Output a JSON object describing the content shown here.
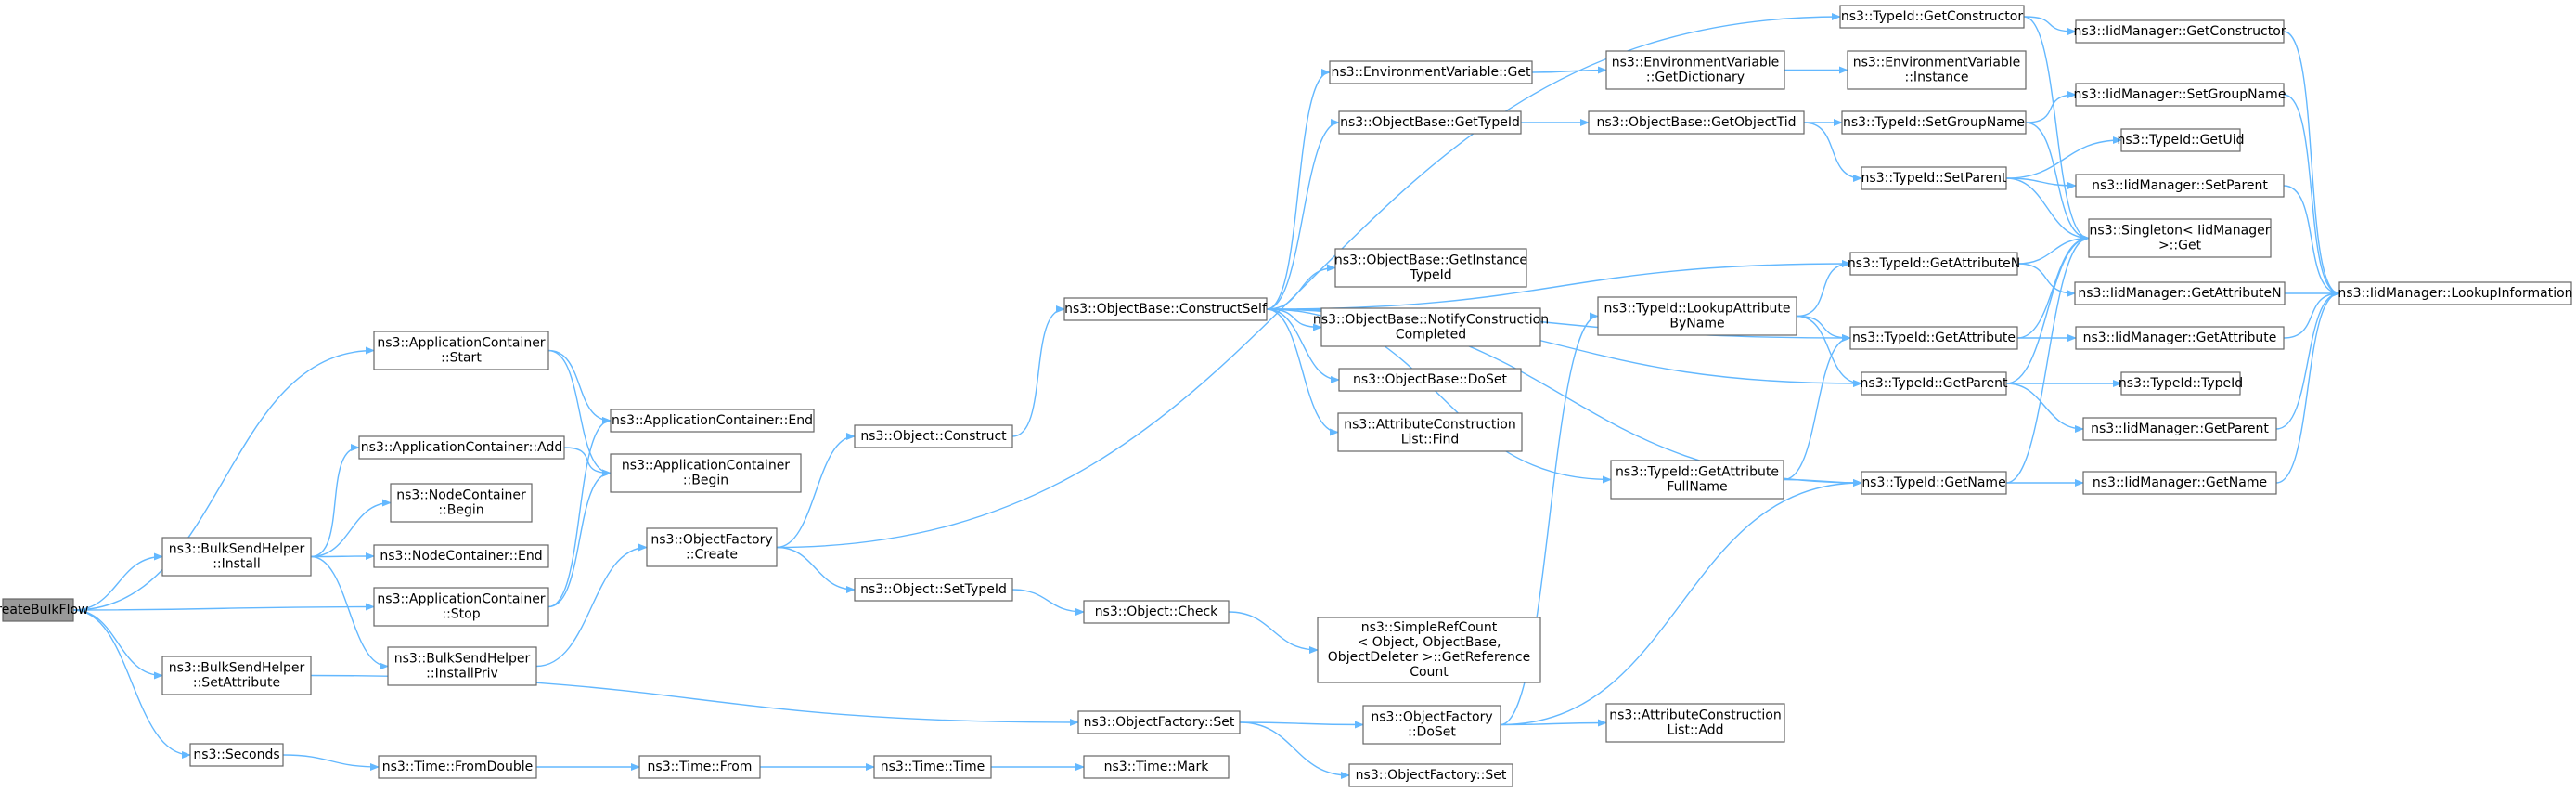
{
  "graph": {
    "colors": {
      "edge": "#63b8ff",
      "node_border": "#666666",
      "root_fill": "#999999",
      "node_fill": "#ffffff"
    },
    "root": "root",
    "nodes": [
      {
        "id": "root",
        "lines": [
          "CreateBulkFlow"
        ]
      },
      {
        "id": "appStart",
        "lines": [
          "ns3::ApplicationContainer",
          "::Start"
        ]
      },
      {
        "id": "appAdd",
        "lines": [
          "ns3::ApplicationContainer::Add"
        ]
      },
      {
        "id": "bshInstall",
        "lines": [
          "ns3::BulkSendHelper",
          "::Install"
        ]
      },
      {
        "id": "appStop",
        "lines": [
          "ns3::ApplicationContainer",
          "::Stop"
        ]
      },
      {
        "id": "bshSetAttr",
        "lines": [
          "ns3::BulkSendHelper",
          "::SetAttribute"
        ]
      },
      {
        "id": "seconds",
        "lines": [
          "ns3::Seconds"
        ]
      },
      {
        "id": "appEnd",
        "lines": [
          "ns3::ApplicationContainer::End"
        ]
      },
      {
        "id": "appBegin",
        "lines": [
          "ns3::ApplicationContainer",
          "::Begin"
        ]
      },
      {
        "id": "ncBegin",
        "lines": [
          "ns3::NodeContainer",
          "::Begin"
        ]
      },
      {
        "id": "ncEnd",
        "lines": [
          "ns3::NodeContainer::End"
        ]
      },
      {
        "id": "bshInstallPriv",
        "lines": [
          "ns3::BulkSendHelper",
          "::InstallPriv"
        ]
      },
      {
        "id": "ofCreate",
        "lines": [
          "ns3::ObjectFactory",
          "::Create"
        ]
      },
      {
        "id": "timeFromDouble",
        "lines": [
          "ns3::Time::FromDouble"
        ]
      },
      {
        "id": "objConstruct",
        "lines": [
          "ns3::Object::Construct"
        ]
      },
      {
        "id": "objSetTypeId",
        "lines": [
          "ns3::Object::SetTypeId"
        ]
      },
      {
        "id": "ofSet",
        "lines": [
          "ns3::ObjectFactory::Set"
        ]
      },
      {
        "id": "timeFrom",
        "lines": [
          "ns3::Time::From"
        ]
      },
      {
        "id": "obConstructSelf",
        "lines": [
          "ns3::ObjectBase::ConstructSelf"
        ]
      },
      {
        "id": "objCheck",
        "lines": [
          "ns3::Object::Check"
        ]
      },
      {
        "id": "ofDoSet",
        "lines": [
          "ns3::ObjectFactory",
          "::DoSet"
        ]
      },
      {
        "id": "ofSet2",
        "lines": [
          "ns3::ObjectFactory::Set"
        ]
      },
      {
        "id": "timeTime",
        "lines": [
          "ns3::Time::Time"
        ]
      },
      {
        "id": "evGet",
        "lines": [
          "ns3::EnvironmentVariable::Get"
        ]
      },
      {
        "id": "obGetTypeId",
        "lines": [
          "ns3::ObjectBase::GetTypeId"
        ]
      },
      {
        "id": "obGetInstanceTypeId",
        "lines": [
          "ns3::ObjectBase::GetInstance",
          "TypeId"
        ]
      },
      {
        "id": "obNotify",
        "lines": [
          "ns3::ObjectBase::NotifyConstruction",
          "Completed"
        ]
      },
      {
        "id": "obDoSet",
        "lines": [
          "ns3::ObjectBase::DoSet"
        ]
      },
      {
        "id": "aclFind",
        "lines": [
          "ns3::AttributeConstruction",
          "List::Find"
        ]
      },
      {
        "id": "srcGetRef",
        "lines": [
          "ns3::SimpleRefCount",
          "< Object, ObjectBase,",
          "ObjectDeleter >::GetReference",
          "Count"
        ]
      },
      {
        "id": "aclAdd",
        "lines": [
          "ns3::AttributeConstruction",
          "List::Add"
        ]
      },
      {
        "id": "timeMark",
        "lines": [
          "ns3::Time::Mark"
        ]
      },
      {
        "id": "evGetDict",
        "lines": [
          "ns3::EnvironmentVariable",
          "::GetDictionary"
        ]
      },
      {
        "id": "obGetObjectTid",
        "lines": [
          "ns3::ObjectBase::GetObjectTid"
        ]
      },
      {
        "id": "tidLookupAttr",
        "lines": [
          "ns3::TypeId::LookupAttribute",
          "ByName"
        ]
      },
      {
        "id": "tidGetAttrFullName",
        "lines": [
          "ns3::TypeId::GetAttribute",
          "FullName"
        ]
      },
      {
        "id": "tidGetConstructor",
        "lines": [
          "ns3::TypeId::GetConstructor"
        ]
      },
      {
        "id": "evInstance",
        "lines": [
          "ns3::EnvironmentVariable",
          "::Instance"
        ]
      },
      {
        "id": "tidSetGroupName",
        "lines": [
          "ns3::TypeId::SetGroupName"
        ]
      },
      {
        "id": "tidSetParent",
        "lines": [
          "ns3::TypeId::SetParent"
        ]
      },
      {
        "id": "tidGetAttributeN",
        "lines": [
          "ns3::TypeId::GetAttributeN"
        ]
      },
      {
        "id": "tidGetAttribute",
        "lines": [
          "ns3::TypeId::GetAttribute"
        ]
      },
      {
        "id": "tidGetParent",
        "lines": [
          "ns3::TypeId::GetParent"
        ]
      },
      {
        "id": "tidGetName",
        "lines": [
          "ns3::TypeId::GetName"
        ]
      },
      {
        "id": "imGetConstructor",
        "lines": [
          "ns3::IidManager::GetConstructor"
        ]
      },
      {
        "id": "imSetGroupName",
        "lines": [
          "ns3::IidManager::SetGroupName"
        ]
      },
      {
        "id": "tidGetUid",
        "lines": [
          "ns3::TypeId::GetUid"
        ]
      },
      {
        "id": "imSetParent",
        "lines": [
          "ns3::IidManager::SetParent"
        ]
      },
      {
        "id": "singletonGet",
        "lines": [
          "ns3::Singleton< IidManager",
          " >::Get"
        ]
      },
      {
        "id": "imGetAttributeN",
        "lines": [
          "ns3::IidManager::GetAttributeN"
        ]
      },
      {
        "id": "imGetAttribute",
        "lines": [
          "ns3::IidManager::GetAttribute"
        ]
      },
      {
        "id": "tidTypeId",
        "lines": [
          "ns3::TypeId::TypeId"
        ]
      },
      {
        "id": "imGetParent",
        "lines": [
          "ns3::IidManager::GetParent"
        ]
      },
      {
        "id": "imGetName",
        "lines": [
          "ns3::IidManager::GetName"
        ]
      },
      {
        "id": "imLookupInfo",
        "lines": [
          "ns3::IidManager::LookupInformation"
        ]
      }
    ],
    "edges": [
      [
        "root",
        "appStart"
      ],
      [
        "root",
        "bshInstall"
      ],
      [
        "root",
        "appStop"
      ],
      [
        "root",
        "bshSetAttr"
      ],
      [
        "root",
        "seconds"
      ],
      [
        "appStart",
        "appEnd"
      ],
      [
        "appStart",
        "appBegin"
      ],
      [
        "appAdd",
        "appBegin"
      ],
      [
        "bshInstall",
        "appAdd"
      ],
      [
        "bshInstall",
        "ncBegin"
      ],
      [
        "bshInstall",
        "ncEnd"
      ],
      [
        "bshInstall",
        "bshInstallPriv"
      ],
      [
        "appStop",
        "appEnd"
      ],
      [
        "appStop",
        "appBegin"
      ],
      [
        "bshInstallPriv",
        "ofCreate"
      ],
      [
        "bshSetAttr",
        "ofSet"
      ],
      [
        "seconds",
        "timeFromDouble"
      ],
      [
        "timeFromDouble",
        "timeFrom"
      ],
      [
        "timeFrom",
        "timeTime"
      ],
      [
        "timeTime",
        "timeMark"
      ],
      [
        "ofCreate",
        "objConstruct"
      ],
      [
        "ofCreate",
        "objSetTypeId"
      ],
      [
        "ofCreate",
        "tidGetConstructor"
      ],
      [
        "objConstruct",
        "obConstructSelf"
      ],
      [
        "objSetTypeId",
        "objCheck"
      ],
      [
        "objCheck",
        "srcGetRef"
      ],
      [
        "ofSet",
        "ofDoSet"
      ],
      [
        "ofSet",
        "ofSet2"
      ],
      [
        "ofDoSet",
        "tidLookupAttr"
      ],
      [
        "ofDoSet",
        "aclAdd"
      ],
      [
        "ofDoSet",
        "tidGetName"
      ],
      [
        "obConstructSelf",
        "evGet"
      ],
      [
        "obConstructSelf",
        "obGetTypeId"
      ],
      [
        "obConstructSelf",
        "obGetInstanceTypeId"
      ],
      [
        "obConstructSelf",
        "obNotify"
      ],
      [
        "obConstructSelf",
        "obDoSet"
      ],
      [
        "obConstructSelf",
        "aclFind"
      ],
      [
        "obConstructSelf",
        "tidGetAttributeN"
      ],
      [
        "obConstructSelf",
        "tidGetAttribute"
      ],
      [
        "obConstructSelf",
        "tidGetAttrFullName"
      ],
      [
        "obConstructSelf",
        "tidGetParent"
      ],
      [
        "obConstructSelf",
        "tidGetName"
      ],
      [
        "evGet",
        "evGetDict"
      ],
      [
        "evGetDict",
        "evInstance"
      ],
      [
        "obGetTypeId",
        "obGetObjectTid"
      ],
      [
        "obGetObjectTid",
        "tidSetGroupName"
      ],
      [
        "obGetObjectTid",
        "tidSetParent"
      ],
      [
        "tidLookupAttr",
        "tidGetAttributeN"
      ],
      [
        "tidLookupAttr",
        "tidGetAttribute"
      ],
      [
        "tidLookupAttr",
        "tidGetParent"
      ],
      [
        "tidGetAttrFullName",
        "tidGetAttribute"
      ],
      [
        "tidGetAttrFullName",
        "tidGetName"
      ],
      [
        "tidGetConstructor",
        "imGetConstructor"
      ],
      [
        "tidGetConstructor",
        "singletonGet"
      ],
      [
        "tidSetGroupName",
        "imSetGroupName"
      ],
      [
        "tidSetGroupName",
        "singletonGet"
      ],
      [
        "tidSetParent",
        "tidGetUid"
      ],
      [
        "tidSetParent",
        "imSetParent"
      ],
      [
        "tidSetParent",
        "singletonGet"
      ],
      [
        "tidGetAttributeN",
        "imGetAttributeN"
      ],
      [
        "tidGetAttributeN",
        "singletonGet"
      ],
      [
        "tidGetAttribute",
        "imGetAttribute"
      ],
      [
        "tidGetAttribute",
        "singletonGet"
      ],
      [
        "tidGetParent",
        "tidTypeId"
      ],
      [
        "tidGetParent",
        "imGetParent"
      ],
      [
        "tidGetParent",
        "singletonGet"
      ],
      [
        "tidGetName",
        "imGetName"
      ],
      [
        "tidGetName",
        "singletonGet"
      ],
      [
        "imGetConstructor",
        "imLookupInfo"
      ],
      [
        "imSetGroupName",
        "imLookupInfo"
      ],
      [
        "imSetParent",
        "imLookupInfo"
      ],
      [
        "imGetAttributeN",
        "imLookupInfo"
      ],
      [
        "imGetAttribute",
        "imLookupInfo"
      ],
      [
        "imGetParent",
        "imLookupInfo"
      ],
      [
        "imGetName",
        "imLookupInfo"
      ]
    ]
  }
}
